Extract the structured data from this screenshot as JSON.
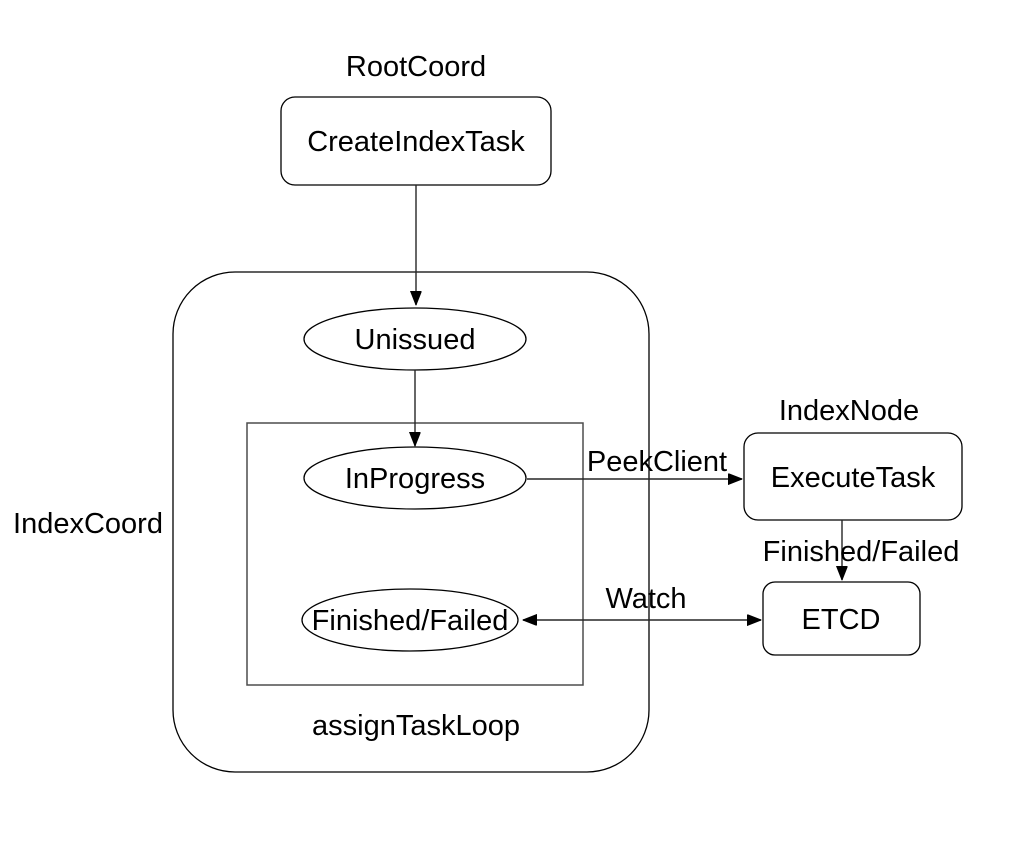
{
  "colors": {
    "background": "#ffffff",
    "shape_stroke": "#000000",
    "connector_stroke": "#262626",
    "inner_box_stroke": "#4d4d4d",
    "text": "#000000"
  },
  "diagram": {
    "root_coord": {
      "title": "RootCoord",
      "node_create_index_task": "CreateIndexTask"
    },
    "index_coord": {
      "title": "IndexCoord",
      "state_unissued": "Unissued",
      "assign_task_loop": {
        "title": "assignTaskLoop",
        "state_in_progress": "InProgress",
        "state_finished_failed": "Finished/Failed"
      }
    },
    "index_node": {
      "title": "IndexNode",
      "node_execute_task": "ExecuteTask"
    },
    "storage": {
      "node_etcd": "ETCD"
    },
    "edges": {
      "peek_client_label": "PeekClient",
      "finished_failed_label": "Finished/Failed",
      "watch_label": "Watch"
    }
  }
}
